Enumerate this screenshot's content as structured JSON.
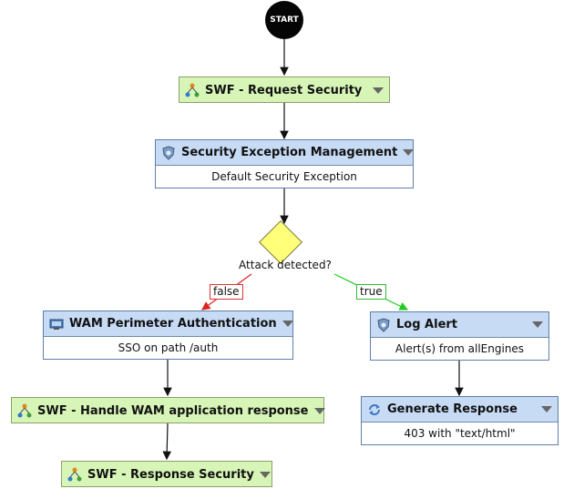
{
  "start": {
    "label": "START"
  },
  "decision": {
    "question": "Attack detected?",
    "false_label": "false",
    "true_label": "true"
  },
  "nodes": {
    "request_security": {
      "title": "SWF - Request Security",
      "icon": "workflow-icon"
    },
    "security_exception": {
      "title": "Security Exception Management",
      "subtitle": "Default Security Exception",
      "icon": "shield-gear-icon"
    },
    "wam_auth": {
      "title": "WAM Perimeter Authentication",
      "subtitle": "SSO on path /auth",
      "icon": "computer-key-icon"
    },
    "log_alert": {
      "title": "Log Alert",
      "subtitle": "Alert(s) from allEngines",
      "icon": "shield-gear-icon"
    },
    "handle_wam": {
      "title": "SWF - Handle WAM application response",
      "icon": "workflow-icon"
    },
    "generate_response": {
      "title": "Generate Response",
      "subtitle": "403 with \"text/html\"",
      "icon": "refresh-arrows-icon"
    },
    "response_security": {
      "title": "SWF - Response Security",
      "icon": "workflow-icon"
    }
  },
  "colors": {
    "swf_fill": "#d8f5b8",
    "node_header": "#c7dbf5",
    "decision_fill": "#ffff7a",
    "false_edge": "#dd2222",
    "true_edge": "#22cc22"
  }
}
